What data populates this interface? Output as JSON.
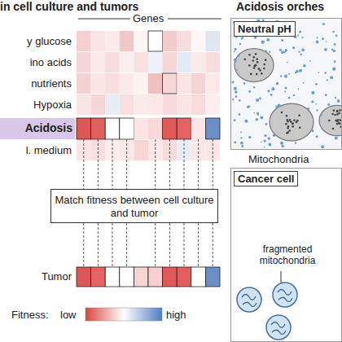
{
  "diagram": {
    "nodes": [
      {
        "text": [
          "Acidosis"
        ]
      },
      {
        "text": [
          "Match fitness between cell culture and tumor"
        ]
      },
      {
        "text": [
          "Neutral pH"
        ]
      },
      {
        "text": [
          "Cancer cell",
          "fragmented mitochondria"
        ]
      }
    ],
    "labels": [
      "in cell culture and tumors",
      "Acidosis orches",
      "Genes",
      "y glucose",
      "ino acids",
      "nutrients",
      "Hypoxia",
      "l. medium",
      "Tumor",
      "Fitness:",
      "low",
      "high",
      "Mitochondria"
    ]
  }
}
